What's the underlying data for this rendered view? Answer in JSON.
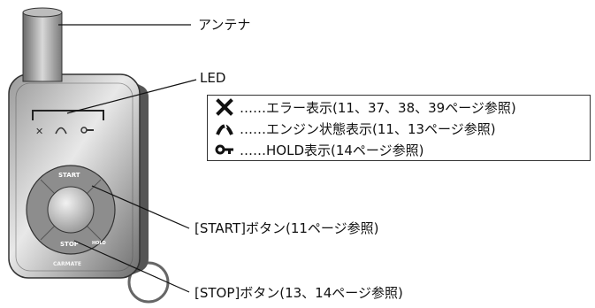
{
  "labels": {
    "antenna": "アンテナ",
    "led": "LED",
    "start_button": "[START]ボタン(11ページ参照)",
    "stop_button": "[STOP]ボタン(13、14ページ参照)"
  },
  "led_legend": [
    {
      "icon": "x-icon",
      "text": "……エラー表示(11、37、38、39ページ参照)"
    },
    {
      "icon": "engine-icon",
      "text": "……エンジン状態表示(11、13ページ参照)"
    },
    {
      "icon": "key-icon",
      "text": "……HOLD表示(14ページ参照)"
    }
  ],
  "device": {
    "start_text": "START",
    "stop_text": "STOP",
    "hold_text": "HOLD",
    "brand": "CARMATE"
  }
}
